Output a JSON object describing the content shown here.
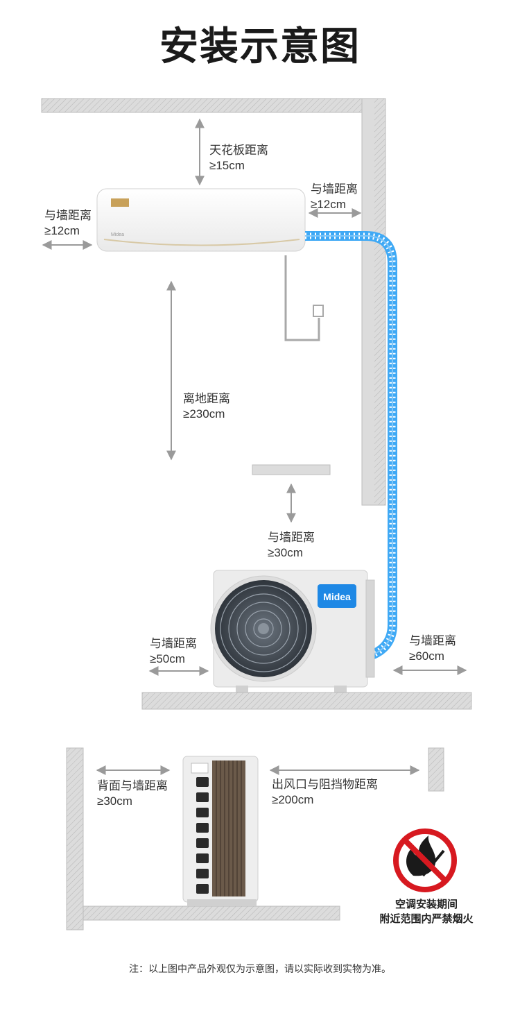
{
  "title": "安装示意图",
  "labels": {
    "ceiling": [
      "天花板距离",
      "≥15cm"
    ],
    "indoor_left": [
      "与墙距离",
      "≥12cm"
    ],
    "indoor_right": [
      "与墙距离",
      "≥12cm"
    ],
    "floor": [
      "离地距离",
      "≥230cm"
    ],
    "outdoor_top": [
      "与墙距离",
      "≥30cm"
    ],
    "outdoor_left": [
      "与墙距离",
      "≥50cm"
    ],
    "outdoor_right": [
      "与墙距离",
      "≥60cm"
    ],
    "back_wall": [
      "背面与墙距离",
      "≥30cm"
    ],
    "outlet": [
      "出风口与阻挡物距离",
      "≥200cm"
    ]
  },
  "brand": "Midea",
  "indoor_brand": "Midea",
  "fire_warning": [
    "空调安装期间",
    "附近范围内严禁烟火"
  ],
  "note": "注：以上图中产品外观仅为示意图，请以实际收到实物为准。",
  "icons": [
    "double-arrow-icon",
    "no-fire-icon",
    "fan-icon"
  ],
  "colors": {
    "wall": "#cccccc",
    "pipe": "#3fa9f5",
    "arrow": "#999999",
    "warning_red": "#d71920"
  }
}
